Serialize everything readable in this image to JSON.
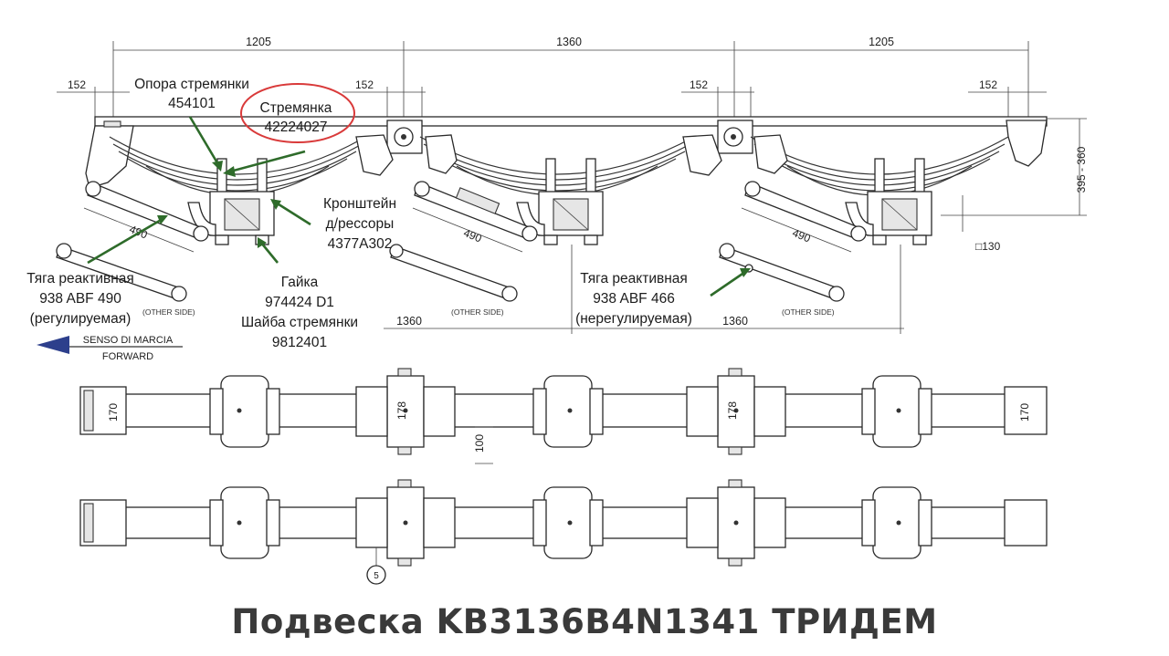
{
  "dimensions": {
    "top_left": "1205",
    "top_mid": "1360",
    "top_right": "1205",
    "d152_a": "152",
    "d152_b": "152",
    "d152_c": "152",
    "d152_d": "152",
    "height_range": "395 - 360",
    "axle_section": "□130",
    "rod_490_a": "490",
    "rod_490_b": "490",
    "rod_490_c": "490",
    "bottom_left": "1360",
    "bottom_right": "1360",
    "width_170_left": "170",
    "width_178_a": "178",
    "width_178_b": "178",
    "width_170_right": "170",
    "depth_100": "100"
  },
  "labels": {
    "opora_name": "Опора стремянки",
    "opora_code": "454101",
    "stremyanka_name": "Стремянка",
    "stremyanka_code": "42224027",
    "kronshtein_name": "Кронштейн",
    "kronshtein_sub": "д/рессоры",
    "kronshtein_code": "4377A302",
    "tyaga1_name": "Тяга реактивная",
    "tyaga1_code": "938 ABF 490",
    "tyaga1_note": "(регулируемая)",
    "gaika_name": "Гайка",
    "gaika_code": "974424 D1",
    "shaiba_name": "Шайба стремянки",
    "shaiba_code": "9812401",
    "tyaga2_name": "Тяга реактивная",
    "tyaga2_code": "938 ABF 466",
    "tyaga2_note": "(нерегулируемая)"
  },
  "drawing_text": {
    "other_side_a": "(OTHER SIDE)",
    "other_side_b": "(OTHER SIDE)",
    "other_side_c": "(OTHER SIDE)",
    "direction_it": "SENSO DI MARCIA",
    "direction_en": "FORWARD",
    "callout_number": "5"
  },
  "title": "Подвеска KB3136B4N1341 ТРИДЕМ",
  "colors": {
    "arrow_green": "#2e6b2a",
    "highlight_red": "#d93a3a",
    "title_gray": "#3a3a3a",
    "direction_arrow": "#2d3f8c"
  }
}
